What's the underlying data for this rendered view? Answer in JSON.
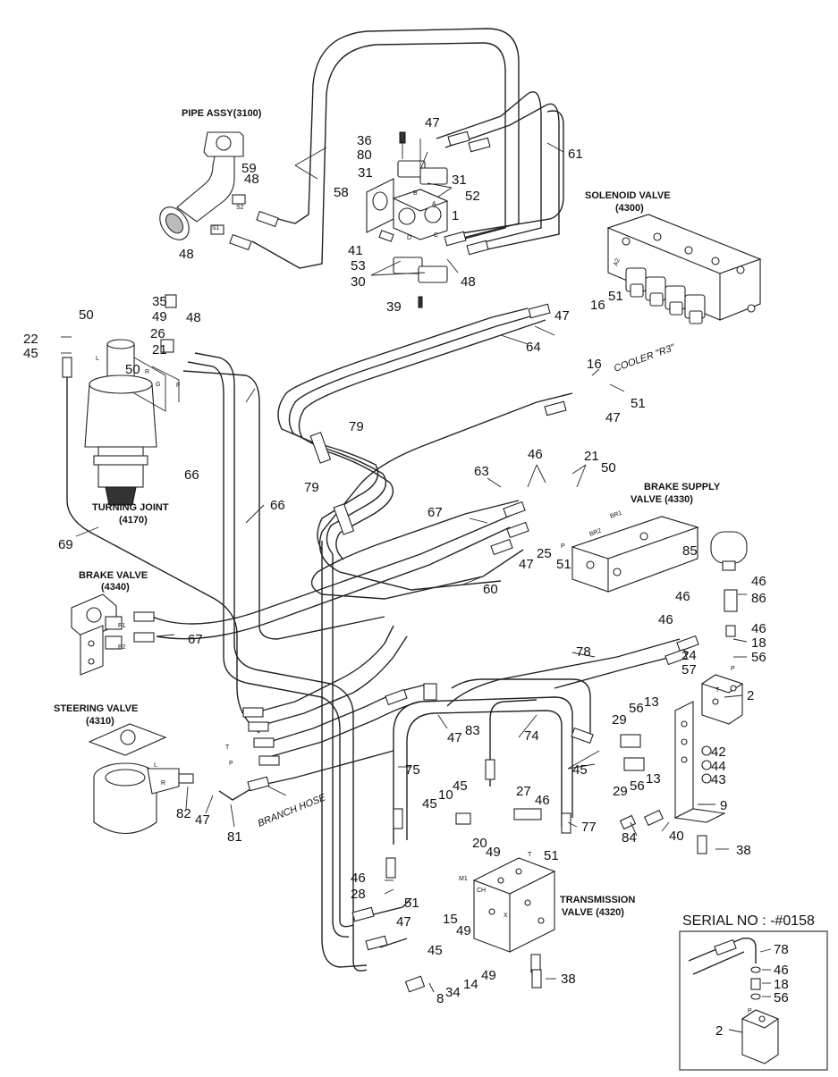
{
  "labels": {
    "pipe_assy": "PIPE ASSY(3100)",
    "solenoid_valve": "SOLENOID VALVE",
    "solenoid_valve_no": "(4300)",
    "cooler": "COOLER \"R3\"",
    "turning_joint": "TURNING JOINT",
    "turning_joint_no": "(4170)",
    "brake_supply_valve": "BRAKE SUPPLY",
    "brake_supply_valve_no": "VALVE (4330)",
    "brake_valve": "BRAKE VALVE",
    "brake_valve_no": "(4340)",
    "steering_valve": "STEERING VALVE",
    "steering_valve_no": "(4310)",
    "branch_hose": "BRANCH HOSE",
    "transmission_valve": "TRANSMISSION",
    "transmission_valve_no": "VALVE (4320)",
    "serial_no": "SERIAL NO : -#0158"
  },
  "port_marks": {
    "s1": "S1",
    "s2": "S2",
    "a": "A",
    "b": "B",
    "c": "C",
    "d": "D",
    "l": "L",
    "r": "R",
    "g": "G",
    "f": "F",
    "t": "T",
    "p": "P",
    "p1": "P1",
    "p2": "P2",
    "br1": "BR1",
    "br2": "BR2",
    "a2": "A2",
    "m1": "M1",
    "ch": "CH",
    "x": "X"
  },
  "callouts": {
    "n1": "1",
    "n2": "2",
    "n8": "8",
    "n9": "9",
    "n10": "10",
    "n13": "13",
    "n14": "14",
    "n15": "15",
    "n16": "16",
    "n18": "18",
    "n20": "20",
    "n21": "21",
    "n22": "22",
    "n24": "24",
    "n25": "25",
    "n26": "26",
    "n27": "27",
    "n28": "28",
    "n29": "29",
    "n30": "30",
    "n31": "31",
    "n34": "34",
    "n35": "35",
    "n36": "36",
    "n38": "38",
    "n39": "39",
    "n40": "40",
    "n41": "41",
    "n42": "42",
    "n43": "43",
    "n44": "44",
    "n45": "45",
    "n46": "46",
    "n47": "47",
    "n48": "48",
    "n49": "49",
    "n50": "50",
    "n51": "51",
    "n52": "52",
    "n53": "53",
    "n56": "56",
    "n57": "57",
    "n58": "58",
    "n59": "59",
    "n60": "60",
    "n61": "61",
    "n63": "63",
    "n64": "64",
    "n66": "66",
    "n67": "67",
    "n69": "69",
    "n74": "74",
    "n75": "75",
    "n77": "77",
    "n78": "78",
    "n79": "79",
    "n80": "80",
    "n81": "81",
    "n82": "82",
    "n83": "83",
    "n84": "84",
    "n85": "85",
    "n86": "86"
  },
  "colors": {
    "line": "#222222",
    "background": "#ffffff"
  }
}
